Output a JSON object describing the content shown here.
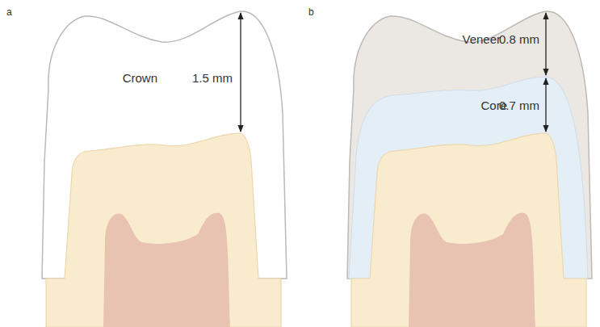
{
  "diagram": {
    "labels": [
      "a",
      "Crown",
      "1.5 mm",
      "b",
      "Veneer",
      "0.8 mm",
      "Core",
      "0.7 mm"
    ]
  }
}
